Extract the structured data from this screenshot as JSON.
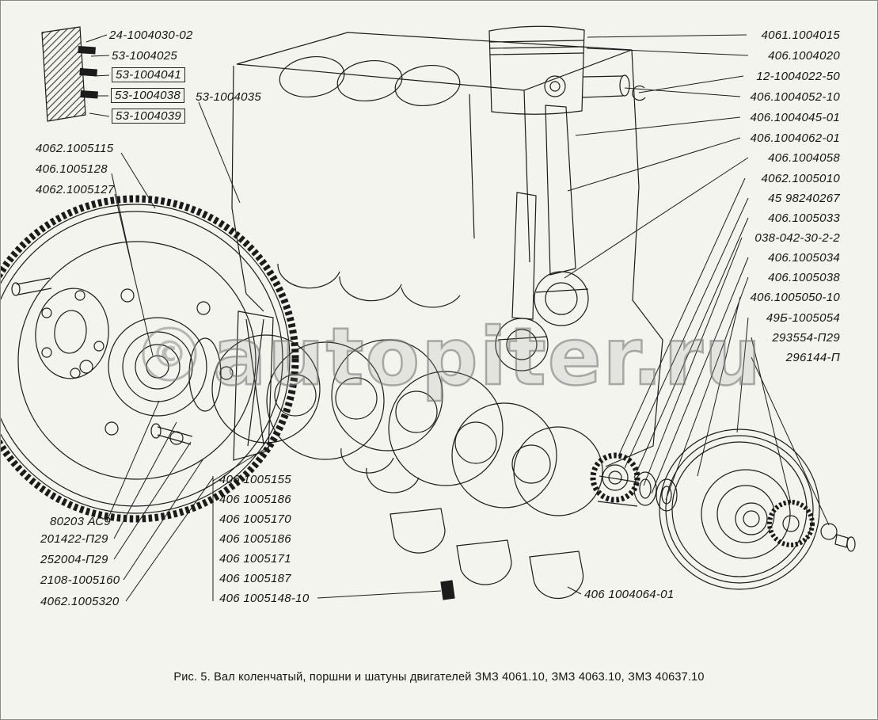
{
  "figure": {
    "caption": "Рис. 5. Вал коленчатый, поршни и шатуны двигателей ЗМЗ 4061.10, ЗМЗ 4063.10, ЗМЗ 40637.10"
  },
  "watermark": {
    "symbol": "©",
    "text": "autopiter.ru"
  },
  "colors": {
    "background": "#f4f4ef",
    "ink": "#1b1b1b",
    "watermark": "#8f8f8f"
  },
  "part_labels": [
    "24-1004030-02",
    "53-1004025",
    "53-1004041",
    "53-1004038",
    "53-1004035",
    "53-1004039",
    "4062.1005115",
    "406.1005128",
    "4062.1005127",
    "80203 АС9",
    "201422-П29",
    "252004-П29",
    "2108-1005160",
    "4062.1005320",
    "406 1005155",
    "406 1005186",
    "406 1005170",
    "406 1005186",
    "406 1005171",
    "406 1005187",
    "406 1005148-10",
    "406 1004064-01",
    "4061.1004015",
    "406.1004020",
    "12-1004022-50",
    "406.1004052-10",
    "406.1004045-01",
    "406.1004062-01",
    "406.1004058",
    "4062.1005010",
    "45 98240267",
    "406.1005033",
    "038-042-30-2-2",
    "406.1005034",
    "406.1005038",
    "406.1005050-10",
    "49Б-1005054",
    "293554-П29",
    "296144-П"
  ]
}
